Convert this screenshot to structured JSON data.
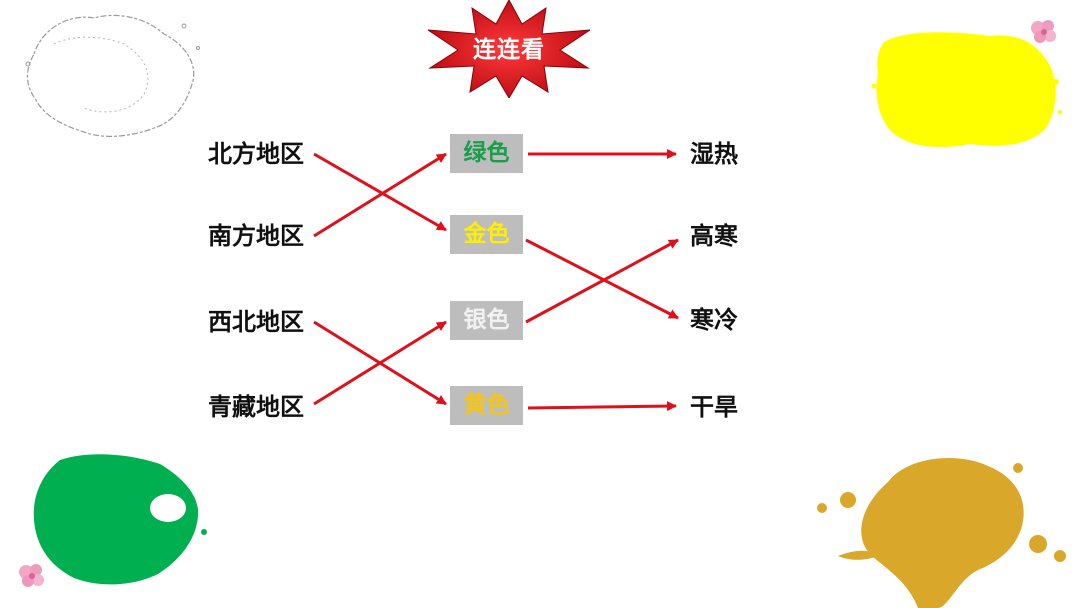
{
  "title": "连连看",
  "regions": [
    "北方地区",
    "南方地区",
    "西北地区",
    "青藏地区"
  ],
  "colors": [
    {
      "label": "绿色",
      "color": "#1a9e4a"
    },
    {
      "label": "金色",
      "color": "#ffee00"
    },
    {
      "label": "银色",
      "color": "#f2f2f2"
    },
    {
      "label": "黄色",
      "color": "#f3c613"
    }
  ],
  "climates": [
    "湿热",
    "高寒",
    "寒冷",
    "干旱"
  ],
  "theme": {
    "line_color": "#e0101a",
    "burst_color": "#d0141c",
    "box_bg": "#bdbdbd",
    "splash_yellow": "#ffff00",
    "splash_green": "#00b050",
    "splash_gold": "#d9a82b"
  }
}
